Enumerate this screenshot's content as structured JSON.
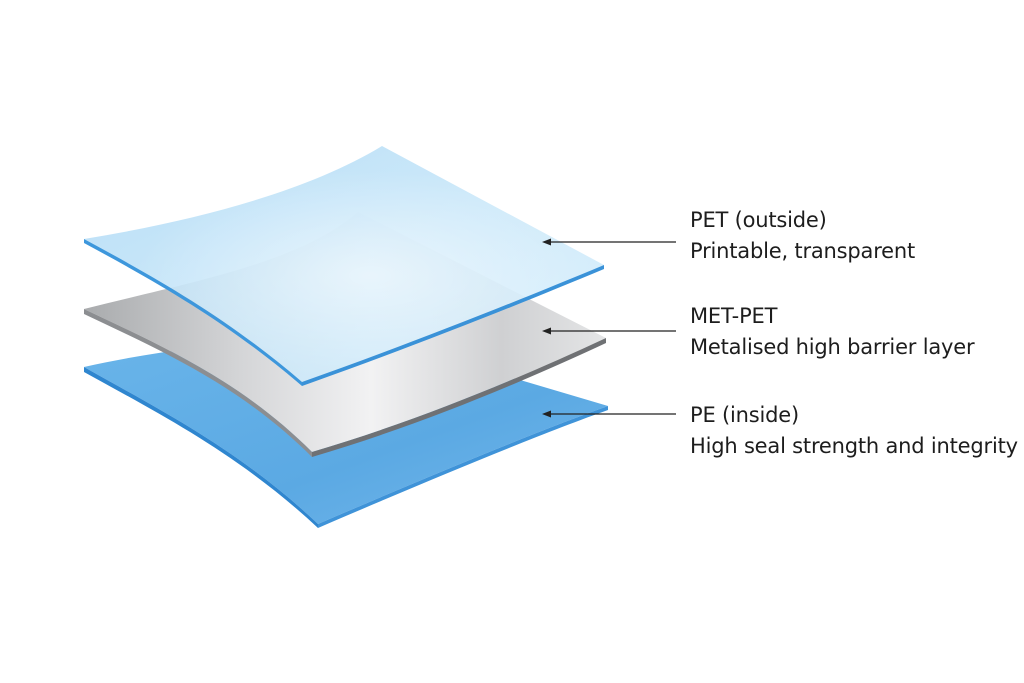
{
  "layers": [
    {
      "id": "pet",
      "name": "PET (outside)",
      "description": "Printable, transparent",
      "color": "#bfe3f8"
    },
    {
      "id": "met",
      "name": "MET-PET",
      "description": "Metalised high barrier layer",
      "color": "#c8c9cb"
    },
    {
      "id": "pe",
      "name": "PE (inside)",
      "description": "High seal strength and integrity",
      "color": "#5aaae4"
    }
  ]
}
